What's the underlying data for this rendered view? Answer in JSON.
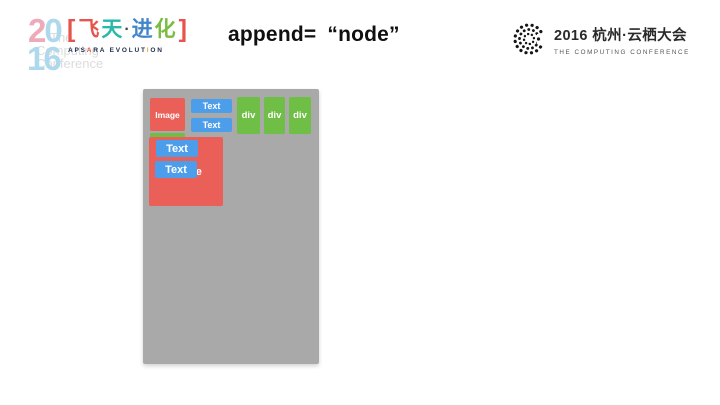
{
  "title": "append= “node”",
  "brand": {
    "year_digit1": "2",
    "year_digit2": "0",
    "year_digit3": "1",
    "year_digit4": "6",
    "ghost_line1": "The",
    "ghost_line2": "Computing",
    "ghost_line3": "Conference",
    "bracket_left": "[",
    "bracket_right": "]",
    "cn_char1": "飞",
    "cn_char2": "天",
    "cn_dot": "·",
    "cn_char3": "进",
    "cn_char4": "化",
    "apsara_pre": "APS",
    "apsara_a": "A",
    "apsara_mid": "RA EVOLUT",
    "apsara_i": "I",
    "apsara_end": "ON"
  },
  "conference": {
    "name": "2016 杭州·云栖大会",
    "subtitle": "THE COMPUTING CONFERENCE",
    "icon": "dotted-c-logo"
  },
  "diagram": {
    "row1": {
      "image_label": "Image",
      "text1_label": "Text",
      "text2_label": "Text",
      "div1_label": "div",
      "div2_label": "div",
      "div3_label": "div"
    },
    "group2": {
      "image_label": "Image",
      "text1_label": "Text",
      "text2_label": "Text"
    }
  },
  "colors": {
    "node_red": "#ea5f58",
    "node_blue": "#4d9eea",
    "node_green": "#6fbe45",
    "canvas_gray": "#a8a9a8",
    "brand_red": "#e8544b",
    "brand_teal": "#2bb9a7",
    "brand_blue": "#4286c9",
    "brand_green": "#7abc3f",
    "brand_lightblue": "#aed8ec",
    "brand_pink": "#edaab8",
    "ghost_gray": "#dcdcdc",
    "accent_orange": "#f5a623",
    "title_black": "#101010"
  }
}
